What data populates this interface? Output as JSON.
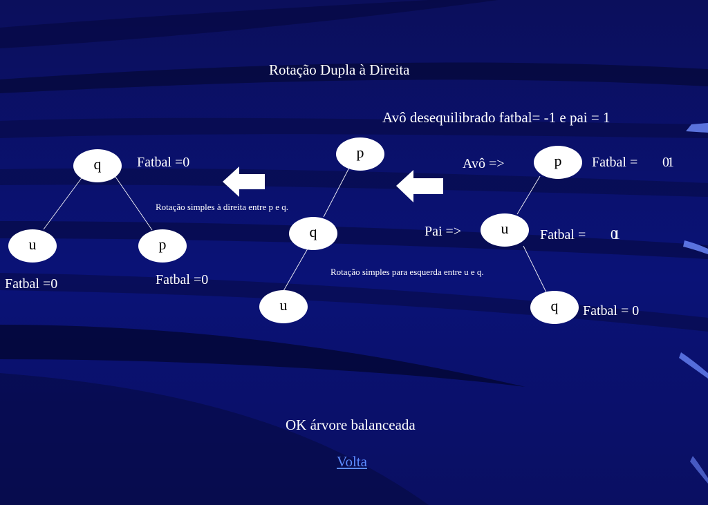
{
  "slide": {
    "title": "Rotação Dupla à Direita",
    "subtitle": "Avô desequilibrado fatbal= -1 e pai  = 1",
    "conclusion": "OK árvore balanceada",
    "back_link": "Volta"
  },
  "tree_initial": {
    "nodes": {
      "grandparent": "p",
      "parent": "u",
      "child": "q"
    },
    "prefix_grandparent": "Avô =>",
    "prefix_parent": "Pai =>",
    "fatbal_grandparent_label": "Fatbal =",
    "fatbal_grandparent_values": [
      "0",
      "1"
    ],
    "fatbal_parent_label": "Fatbal =",
    "fatbal_parent_values": [
      "0",
      "1"
    ],
    "fatbal_child": "Fatbal = 0"
  },
  "tree_middle": {
    "nodes": {
      "top": "p",
      "mid": "q",
      "bottom": "u"
    },
    "note": "Rotação simples para esquerda entre u e q."
  },
  "tree_final": {
    "nodes": {
      "root": "q",
      "left": "u",
      "right": "p"
    },
    "fatbal_root": "Fatbal =0",
    "fatbal_left": "Fatbal =0",
    "fatbal_right": "Fatbal =0",
    "note": "Rotação simples à direita entre p e q."
  },
  "colors": {
    "background": "#0a0f6e",
    "node_fill": "#ffffff",
    "link": "#5c8bff"
  },
  "icons": {
    "arrows": "left-arrow-icon"
  }
}
